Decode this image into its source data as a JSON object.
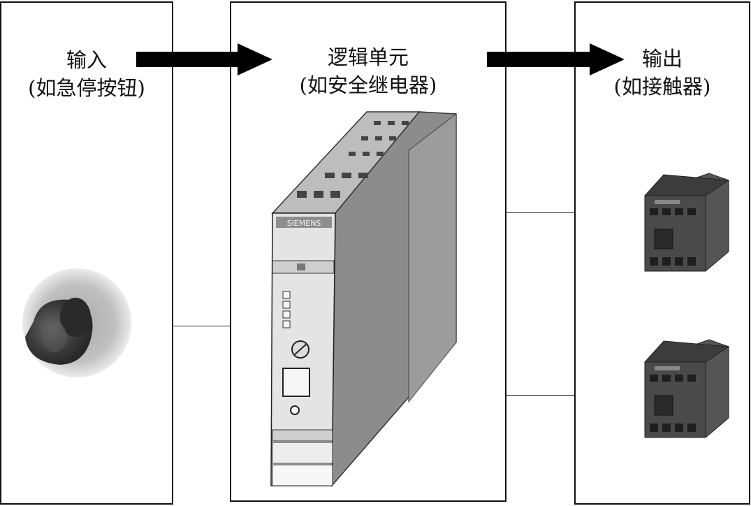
{
  "input": {
    "line1": "输入",
    "line2": "(如急停按钮)"
  },
  "logic": {
    "line1": "逻辑单元",
    "line2": "(如安全继电器)",
    "brand": "SIEMENS"
  },
  "output": {
    "line1": "输出",
    "line2": "(如接触器)"
  },
  "colors": {
    "stroke": "#111111",
    "relay_face": "#e4e4e4",
    "relay_side": "#8a8a8a",
    "contactor": "#4a4a4a"
  }
}
